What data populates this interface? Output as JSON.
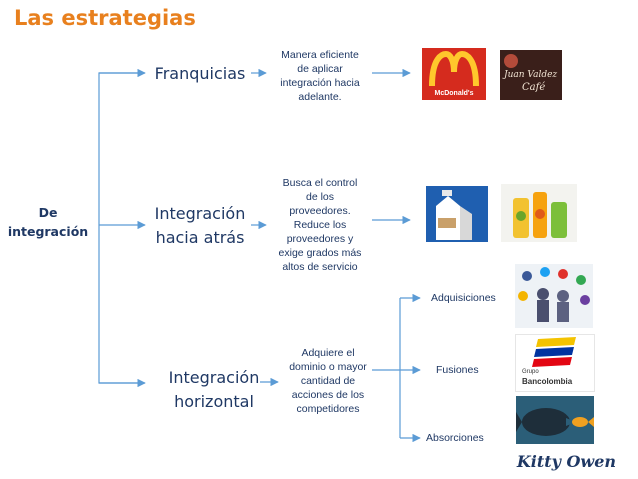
{
  "title": "Las estrategias",
  "root_label": "De\nintegración",
  "branches": [
    {
      "name": "franquicias",
      "label": "Franquicias",
      "description": "Manera eficiente\nde aplicar\nintegración hacia\nadelante."
    },
    {
      "name": "integracion-hacia-atras",
      "label": "Integración\nhacia atrás",
      "description": "Busca el control\nde los\nproveedores.\nReduce los\nproveedores y\nexige grados más\naltos de servicio"
    },
    {
      "name": "integracion-horizontal",
      "label": "Integración\nhorizontal",
      "description": "Adquiere el\ndominio o mayor\ncantidad de\nacciones de los\ncompetidores",
      "sub_items": [
        "Adquisiciones",
        "Fusiones",
        "Absorciones"
      ]
    }
  ],
  "logos": {
    "mcdonalds_text": "McDonald's",
    "juanvaldez_line1": "Juan Valdez",
    "juanvaldez_line2": "Café",
    "bancolombia_line1": "Grupo",
    "bancolombia_line2": "Bancolombia"
  },
  "signature": "Kitty Owen",
  "colors": {
    "title": "#e8801e",
    "text": "#1f3864",
    "connector": "#5b9bd5"
  }
}
